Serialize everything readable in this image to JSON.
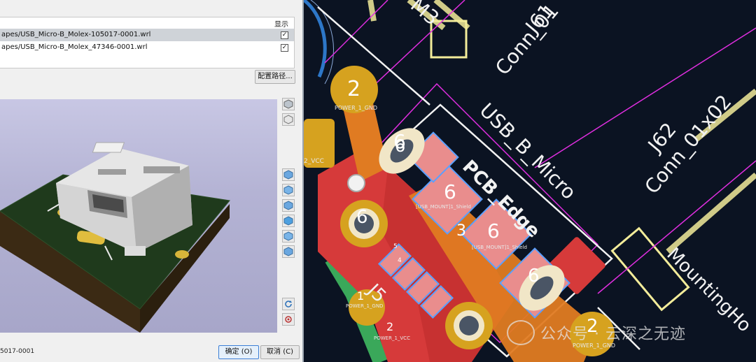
{
  "dialog": {
    "column_header_show": "显示",
    "models": [
      {
        "path": "apes/USB_Micro-B_Molex-105017-0001.wrl",
        "checked": true,
        "selected": true
      },
      {
        "path": "apes/USB_Micro-B_Molex_47346-0001.wrl",
        "checked": true,
        "selected": false
      }
    ],
    "configure_paths_label": "配置路径...",
    "footprint_name": "5017-0001",
    "ok_label": "确定 (O)",
    "cancel_label": "取消 (C)"
  },
  "pcb": {
    "footprint_ref": "J61",
    "footprint_value": "Conn_01",
    "ref_j62": "J62",
    "value_j62": "Conn_01x02",
    "usb_value": "USB_B_Micro",
    "usb_ref": "J5",
    "edge_text": "PCB_Edge",
    "mounting_text": "MountingHo",
    "m3_text": "M3",
    "pad_numbers": {
      "p2": "2",
      "p6": "6",
      "p1": "1",
      "p3": "3",
      "p4": "4",
      "p5": "5"
    },
    "net_power_gnd": "POWER_1_GND",
    "net_power_vcc": "POWER_1_VCC",
    "net_vcc_short": "2_VCC",
    "net_shield": "[USB_MOUNT]1_Shield",
    "net_usb_gnd": "POWER_1_GND",
    "net_usb_vcc": "POWER_1_VCC"
  },
  "watermark": {
    "text": "公众号 · 云深之无迹"
  },
  "colors": {
    "copper_front": "#d63a3a",
    "pad_gold": "#d6a21f",
    "silk": "#f2f2f2",
    "board_bg": "#0b1322",
    "courtyard": "#e02ee0",
    "fab": "#f3ec9a"
  }
}
